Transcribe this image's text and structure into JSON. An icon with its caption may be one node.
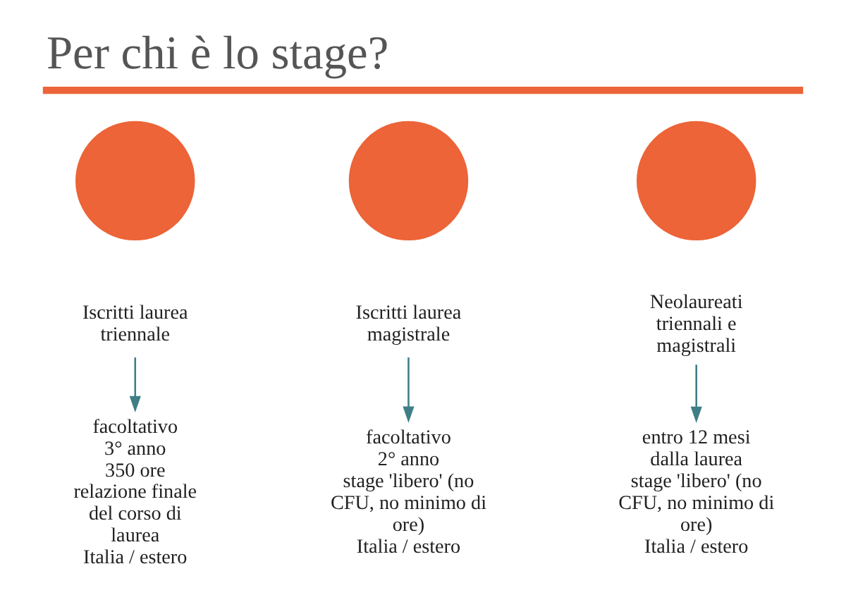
{
  "diagram": {
    "title": "Per chi è lo stage?",
    "nodes": [
      {
        "text": [],
        "shape": "circle"
      },
      {
        "text": [],
        "shape": "circle"
      },
      {
        "text": [],
        "shape": "circle"
      },
      {
        "text": [
          "Iscritti laurea triennale"
        ]
      },
      {
        "text": [
          "Iscritti laurea magistrale"
        ]
      },
      {
        "text": [
          "Neolaureati triennali e magistrali"
        ]
      },
      {
        "text": [
          "facoltativo",
          "3° anno",
          "350 ore",
          "relazione finale del corso di laurea",
          "Italia / estero"
        ]
      },
      {
        "text": [
          "facoltativo",
          "2° anno",
          "stage 'libero' (no CFU, no minimo di ore)",
          "Italia / estero"
        ]
      },
      {
        "text": [
          "entro 12 mesi dalla laurea",
          "stage 'libero' (no CFU, no minimo di ore)",
          "Italia / estero"
        ]
      }
    ],
    "edges": [
      {
        "from": 3,
        "to": 6,
        "arrow": "to"
      },
      {
        "from": 4,
        "to": 7,
        "arrow": "to"
      },
      {
        "from": 5,
        "to": 8,
        "arrow": "to"
      }
    ]
  }
}
